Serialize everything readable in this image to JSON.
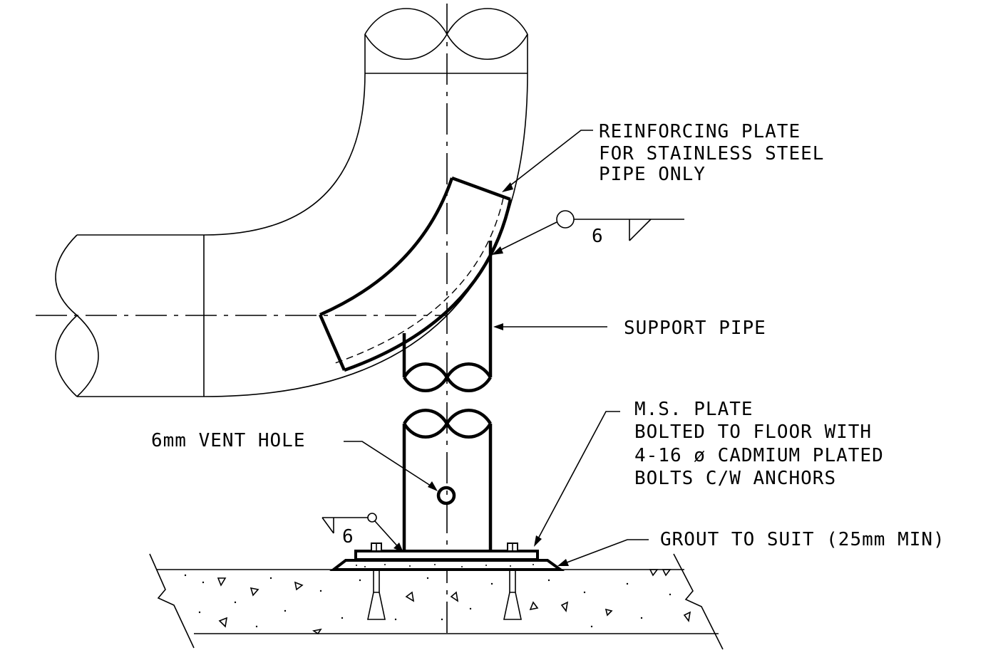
{
  "labels": {
    "reinforcing_1": "REINFORCING PLATE",
    "reinforcing_2": "FOR STAINLESS STEEL",
    "reinforcing_3": "PIPE ONLY",
    "weld_top_size": "6",
    "support_pipe": "SUPPORT PIPE",
    "ms_plate_1": "M.S. PLATE",
    "ms_plate_2": "BOLTED TO FLOOR WITH",
    "ms_plate_3": "4-16 ø CADMIUM PLATED",
    "ms_plate_4": "BOLTS C/W ANCHORS",
    "vent_hole": "6mm VENT HOLE",
    "weld_bottom_size": "6",
    "grout": "GROUT TO SUIT (25mm MIN)"
  }
}
